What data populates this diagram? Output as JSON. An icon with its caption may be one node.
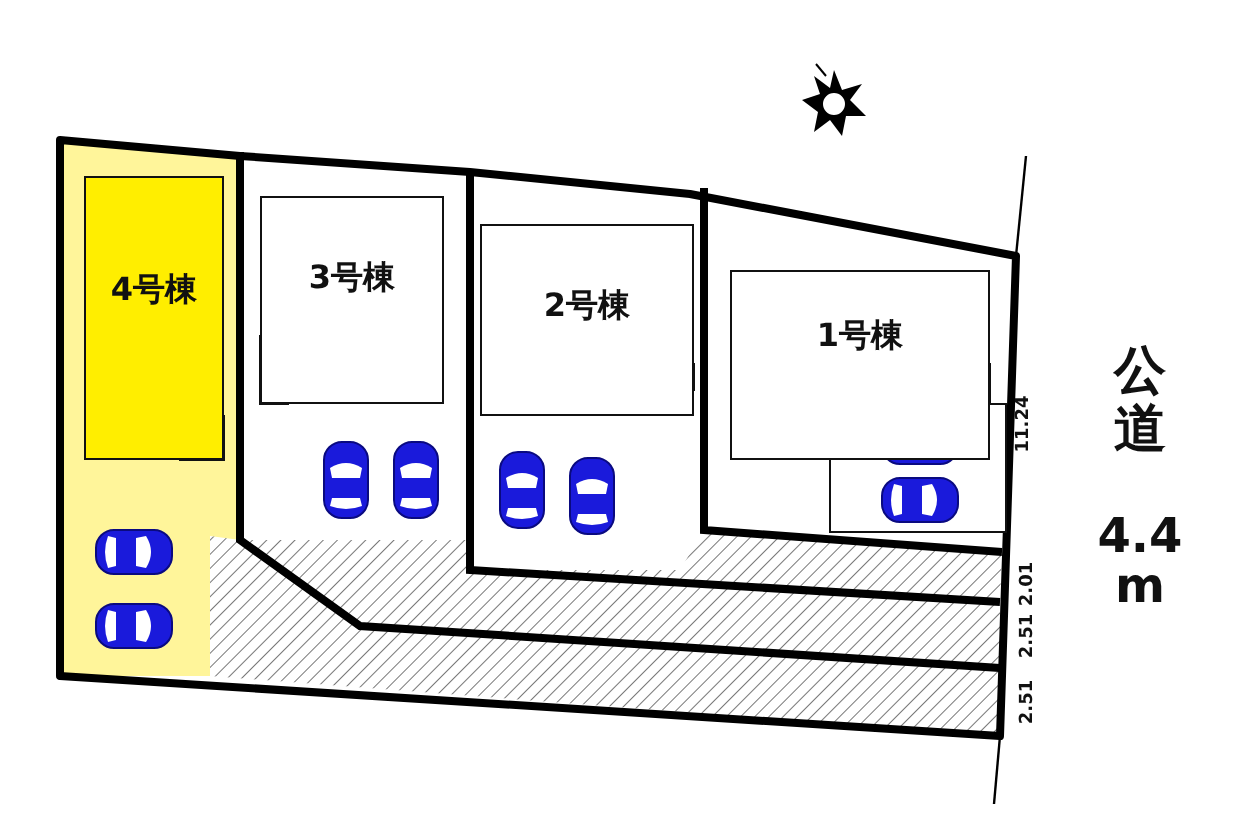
{
  "diagram": {
    "nodes": [
      {
        "text": [
          "4号棟"
        ]
      },
      {
        "text": [
          "3号棟"
        ]
      },
      {
        "text": [
          "2号棟"
        ]
      },
      {
        "text": [
          "1号棟"
        ]
      }
    ],
    "labels": [
      "11.24",
      "2.01",
      "2.51",
      "2.51",
      "公道",
      "4.4 m"
    ]
  }
}
